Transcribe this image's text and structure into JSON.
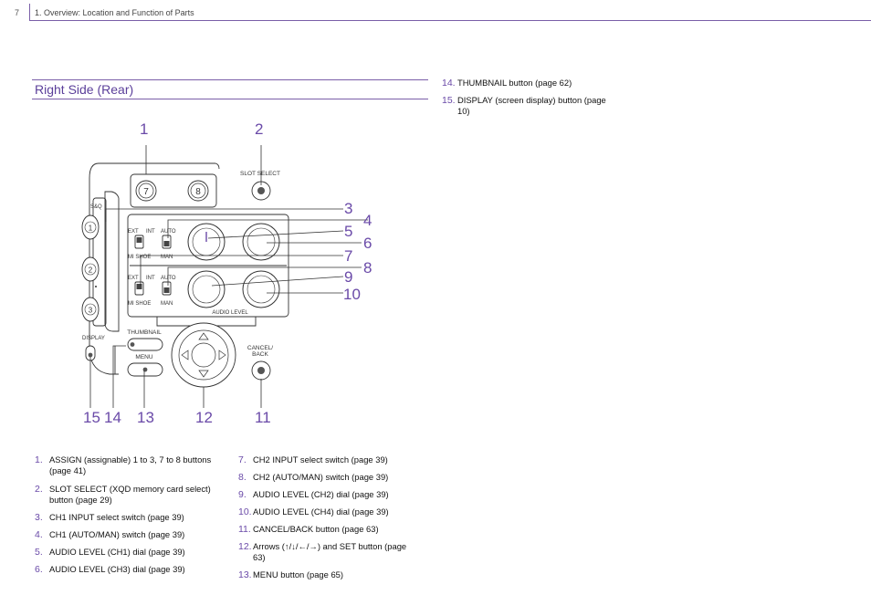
{
  "header": {
    "page_number": "7",
    "chapter_title": "1. Overview: Location and Function of Parts"
  },
  "section": {
    "title": "Right Side (Rear)"
  },
  "diagram": {
    "labels": {
      "slot_select": "SLOT SELECT",
      "sq": "S&Q",
      "display": "DISPLAY",
      "thumbnail": "THUMBNAIL",
      "menu": "MENU",
      "cancel_back": "CANCEL/\nBACK",
      "audio_level": "AUDIO LEVEL",
      "ext": "EXT",
      "int": "INT",
      "auto": "AUTO",
      "mi_shoe": "MI SHOE",
      "man": "MAN",
      "btn7": "7",
      "btn8": "8",
      "btn1": "1",
      "btn2": "2",
      "btn3": "3"
    },
    "callouts": [
      "1",
      "2",
      "3",
      "4",
      "5",
      "6",
      "7",
      "8",
      "9",
      "10",
      "11",
      "12",
      "13",
      "14",
      "15"
    ]
  },
  "right_list": [
    {
      "num": "14.",
      "text": "THUMBNAIL button (page 62)"
    },
    {
      "num": "15.",
      "text": "DISPLAY (screen display) button (page 10)"
    }
  ],
  "left_list": [
    {
      "num": "1.",
      "text": "ASSIGN (assignable) 1 to 3, 7 to 8 buttons (page 41)"
    },
    {
      "num": "2.",
      "text": "SLOT SELECT (XQD memory card select) button (page 29)"
    },
    {
      "num": "3.",
      "text": "CH1 INPUT select switch (page 39)"
    },
    {
      "num": "4.",
      "text": "CH1 (AUTO/MAN) switch (page 39)"
    },
    {
      "num": "5.",
      "text": "AUDIO LEVEL (CH1) dial (page 39)"
    },
    {
      "num": "6.",
      "text": "AUDIO LEVEL (CH3) dial (page 39)"
    }
  ],
  "middle_list": [
    {
      "num": "7.",
      "text": "CH2 INPUT select switch (page 39)"
    },
    {
      "num": "8.",
      "text": "CH2 (AUTO/MAN) switch (page 39)"
    },
    {
      "num": "9.",
      "text": "AUDIO LEVEL (CH2) dial (page 39)"
    },
    {
      "num": "10.",
      "text": "AUDIO LEVEL (CH4) dial (page 39)"
    },
    {
      "num": "11.",
      "text": "CANCEL/BACK button (page 63)"
    },
    {
      "num": "12.",
      "text": "Arrows (↑/↓/←/→) and SET button (page 63)"
    },
    {
      "num": "13.",
      "text": "MENU button (page 65)"
    }
  ]
}
